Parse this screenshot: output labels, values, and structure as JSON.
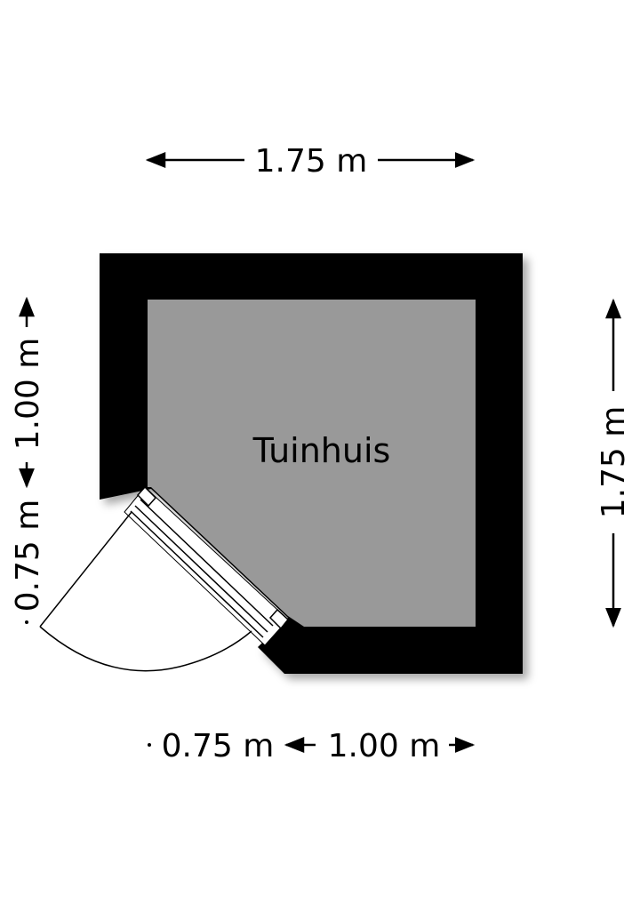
{
  "room": {
    "label": "Tuinhuis"
  },
  "dimensions": {
    "top_width": "1.75 m",
    "right_height": "1.75 m",
    "left_upper": "1.00 m",
    "left_lower": "0.75 m",
    "bottom_left": "0.75 m",
    "bottom_right": "1.00 m"
  },
  "colors": {
    "wall": "#000000",
    "floor": "#999999",
    "background": "#ffffff",
    "line": "#000000"
  }
}
